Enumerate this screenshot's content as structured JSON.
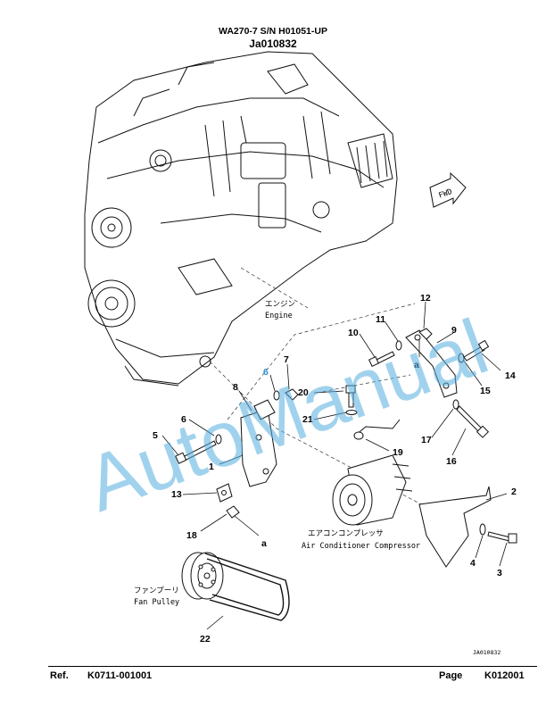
{
  "header": {
    "model": "WA270-7 S/N H01051-UP",
    "figure_id": "Ja010832"
  },
  "watermark": {
    "text": "AutoManual",
    "color": "#56aee0"
  },
  "labels": {
    "engine_jp": "エンジン",
    "engine_en": "Engine",
    "compressor_jp": "エアコンコンプレッサ",
    "compressor_en": "Air Conditioner Compressor",
    "fan_pulley_jp": "ファンプーリ",
    "fan_pulley_en": "Fan Pulley",
    "fwd": "FWD",
    "view_a": "a",
    "drawing_code": "JA010832"
  },
  "callouts": [
    "1",
    "2",
    "3",
    "4",
    "5",
    "6",
    "6",
    "7",
    "8",
    "9",
    "10",
    "11",
    "12",
    "13",
    "14",
    "15",
    "16",
    "17",
    "18",
    "19",
    "20",
    "21",
    "22",
    "a"
  ],
  "footer": {
    "ref_label": "Ref.",
    "ref_value": "K0711-001001",
    "page_label": "Page",
    "page_value": "K012001"
  }
}
